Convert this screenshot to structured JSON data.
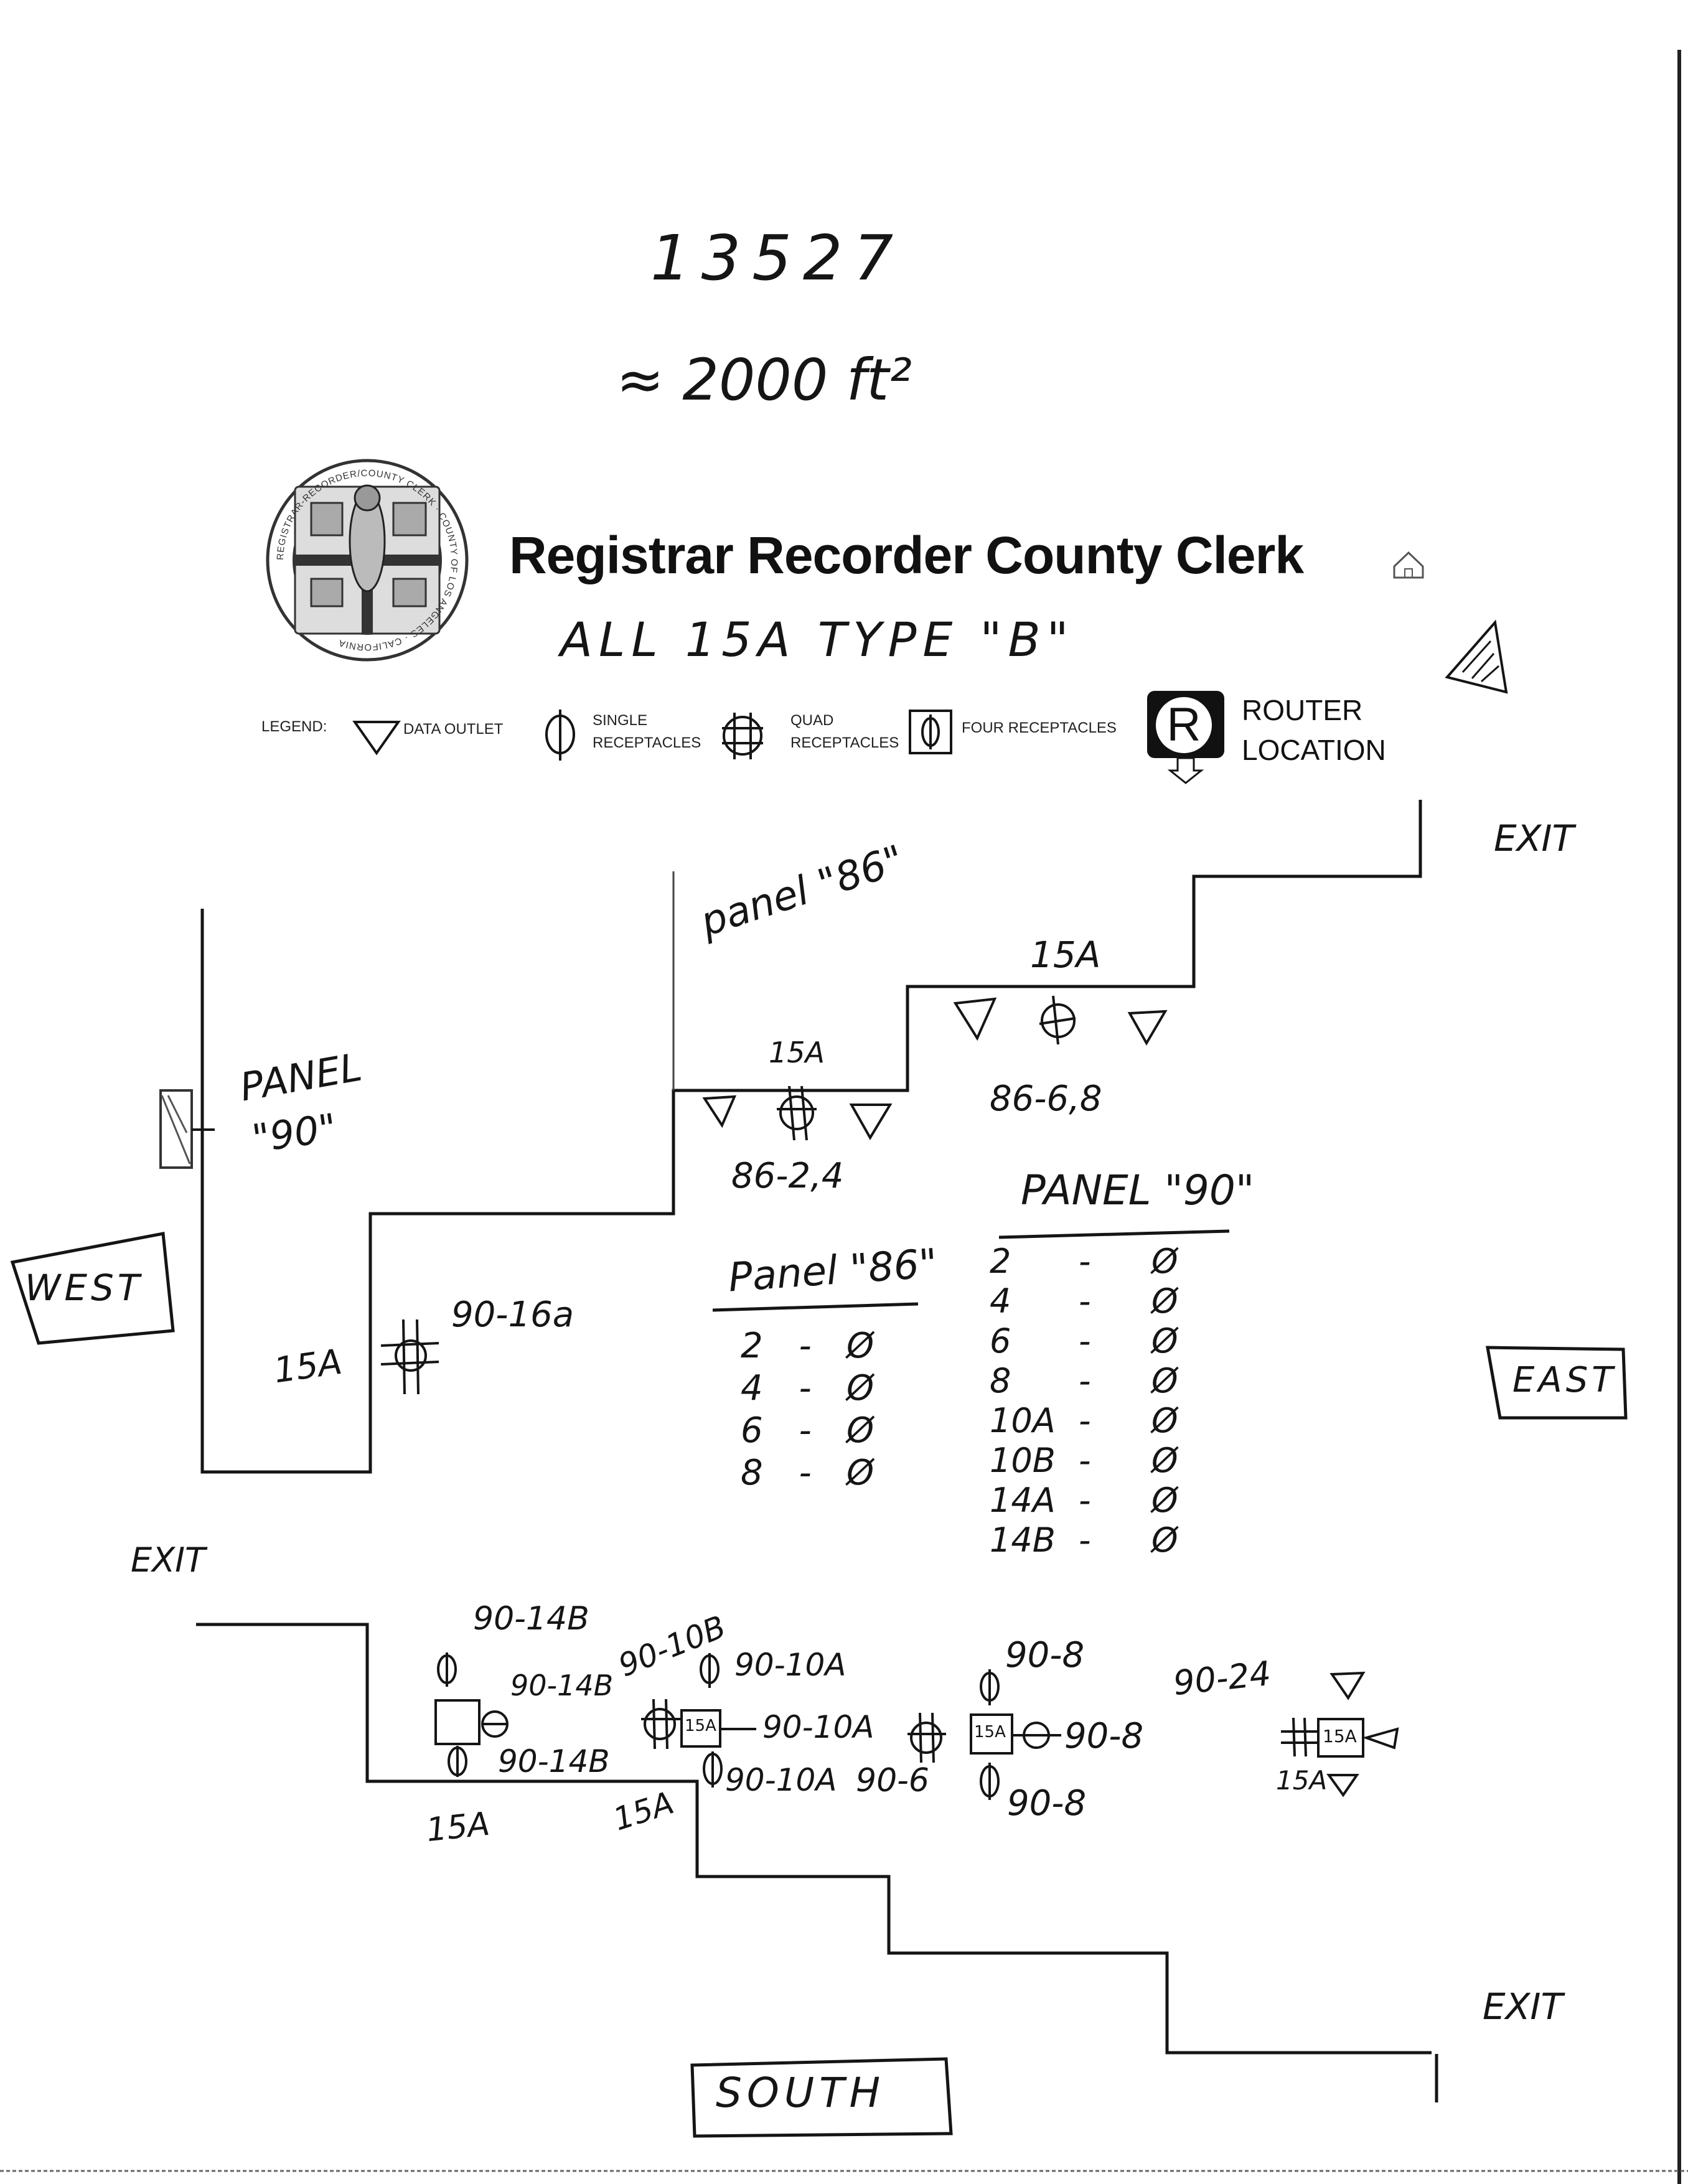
{
  "header": {
    "job_number": "13527",
    "area": "≈ 2000 ft²",
    "title": "Registrar Recorder County Clerk",
    "note": "ALL 15A TYPE \"B\"",
    "seal_text": "REGISTRAR-RECORDER/COUNTY CLERK · COUNTY OF LOS ANGELES · CALIFORNIA"
  },
  "legend": {
    "label": "LEGEND:",
    "data_outlet": "DATA OUTLET",
    "single_line1": "SINGLE",
    "single_line2": "RECEPTACLES",
    "quad_line1": "QUAD",
    "quad_line2": "RECEPTACLES",
    "four": "FOUR RECEPTACLES",
    "router_letter": "R",
    "router_line1": "ROUTER",
    "router_line2": "LOCATION"
  },
  "compass": {
    "west": "WEST",
    "east": "EAST",
    "south": "SOUTH",
    "exit_top_right": "EXIT",
    "exit_left": "EXIT",
    "exit_bottom_right": "EXIT"
  },
  "annotations": {
    "panel_90_left": "PANEL",
    "panel_90_left_num": "\"90\"",
    "panel_86_top": "panel \"86\"",
    "label_15a_top": "15A",
    "label_15a_mid": "15A",
    "circuit_86_68": "86-6,8",
    "circuit_86_24": "86-2,4",
    "label_15a_west": "15A",
    "circuit_90_16a": "90-16a",
    "bottom": {
      "c_90_14b_top": "90-14B",
      "c_90_14b_a": "90-14B",
      "c_90_10b": "90-10B",
      "c_90_10a_top": "90-10A",
      "c_90_14b_b": "90-14B",
      "c_90_10a_mid": "90-10A",
      "c_90_10a_low": "90-10A",
      "c_90_6": "90-6",
      "c_90_8_top": "90-8",
      "c_90_8_mid": "90-8",
      "c_90_8_low": "90-8",
      "c_90_24": "90-24",
      "l_15a_box1": "15A",
      "l_15a_box2": "15A",
      "l_15a_box3": "15A",
      "l_15a_right": "15A",
      "l_15a_floor1": "15A",
      "l_15a_floor2": "15A"
    }
  },
  "panel_86_table": {
    "title": "Panel \"86\"",
    "rows": [
      {
        "circuit": "2",
        "status": "Ø"
      },
      {
        "circuit": "4",
        "status": "Ø"
      },
      {
        "circuit": "6",
        "status": "Ø"
      },
      {
        "circuit": "8",
        "status": "Ø"
      }
    ]
  },
  "panel_90_table": {
    "title": "PANEL \"90\"",
    "rows": [
      {
        "circuit": "2",
        "status": "Ø"
      },
      {
        "circuit": "4",
        "status": "Ø"
      },
      {
        "circuit": "6",
        "status": "Ø"
      },
      {
        "circuit": "8",
        "status": "Ø"
      },
      {
        "circuit": "10A",
        "status": "Ø"
      },
      {
        "circuit": "10B",
        "status": "Ø"
      },
      {
        "circuit": "14A",
        "status": "Ø"
      },
      {
        "circuit": "14B",
        "status": "Ø"
      }
    ]
  },
  "colors": {
    "ink": "#151515",
    "paper": "#ffffff"
  }
}
